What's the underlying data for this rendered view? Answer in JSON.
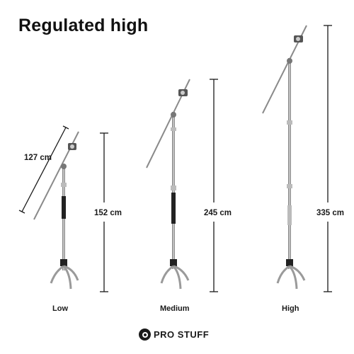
{
  "title": "Regulated high",
  "stands": [
    {
      "label": "Low",
      "height": "152 cm"
    },
    {
      "label": "Medium",
      "height": "245 cm"
    },
    {
      "label": "High",
      "height": "335 cm"
    }
  ],
  "arm_length": "127 cm",
  "brand": "PRO STUFF",
  "colors": {
    "chrome": "#9a9a9a",
    "dark": "#1a1a1a",
    "background": "#ffffff"
  }
}
